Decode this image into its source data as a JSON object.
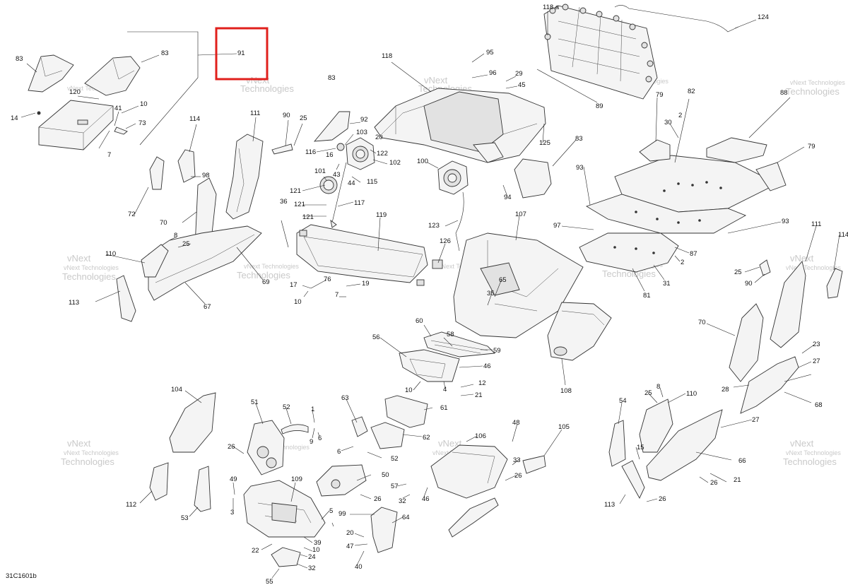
{
  "diagram": {
    "drawing_code": "31C1601b",
    "highlight_color": "#e0201c",
    "highlighted_part": "91",
    "watermark_line1": "vNext Technologies",
    "watermark_line2": "vNext",
    "watermark_line3": "Technologies",
    "labels": [
      {
        "id": "l-118a",
        "text": "118 a"
      },
      {
        "id": "l-124",
        "text": "124"
      },
      {
        "id": "l-83a",
        "text": "83"
      },
      {
        "id": "l-83b",
        "text": "83"
      },
      {
        "id": "l-91",
        "text": "91"
      },
      {
        "id": "l-120",
        "text": "120"
      },
      {
        "id": "l-10a",
        "text": "10"
      },
      {
        "id": "l-14",
        "text": "14"
      },
      {
        "id": "l-41",
        "text": "41"
      },
      {
        "id": "l-73",
        "text": "73"
      },
      {
        "id": "l-7a",
        "text": "7"
      },
      {
        "id": "l-95",
        "text": "95"
      },
      {
        "id": "l-118",
        "text": "118"
      },
      {
        "id": "l-96",
        "text": "96"
      },
      {
        "id": "l-29",
        "text": "29"
      },
      {
        "id": "l-45",
        "text": "45"
      },
      {
        "id": "l-83c",
        "text": "83"
      },
      {
        "id": "l-89",
        "text": "89"
      },
      {
        "id": "l-82",
        "text": "82"
      },
      {
        "id": "l-88",
        "text": "88"
      },
      {
        "id": "l-114a",
        "text": "114"
      },
      {
        "id": "l-111a",
        "text": "111"
      },
      {
        "id": "l-90a",
        "text": "90"
      },
      {
        "id": "l-25a",
        "text": "25"
      },
      {
        "id": "l-92",
        "text": "92"
      },
      {
        "id": "l-103",
        "text": "103"
      },
      {
        "id": "l-20a",
        "text": "20"
      },
      {
        "id": "l-116",
        "text": "116"
      },
      {
        "id": "l-16",
        "text": "16"
      },
      {
        "id": "l-122",
        "text": "122"
      },
      {
        "id": "l-102",
        "text": "102"
      },
      {
        "id": "l-125",
        "text": "125"
      },
      {
        "id": "l-83d",
        "text": "83"
      },
      {
        "id": "l-79a",
        "text": "79"
      },
      {
        "id": "l-30",
        "text": "30"
      },
      {
        "id": "l-2a",
        "text": "2"
      },
      {
        "id": "l-79b",
        "text": "79"
      },
      {
        "id": "l-98",
        "text": "98"
      },
      {
        "id": "l-101",
        "text": "101"
      },
      {
        "id": "l-43",
        "text": "43"
      },
      {
        "id": "l-44",
        "text": "44"
      },
      {
        "id": "l-115",
        "text": "115"
      },
      {
        "id": "l-100",
        "text": "100"
      },
      {
        "id": "l-93a",
        "text": "93"
      },
      {
        "id": "l-94",
        "text": "94"
      },
      {
        "id": "l-121a",
        "text": "121"
      },
      {
        "id": "l-121b",
        "text": "121"
      },
      {
        "id": "l-121c",
        "text": "121"
      },
      {
        "id": "l-117",
        "text": "117"
      },
      {
        "id": "l-72",
        "text": "72"
      },
      {
        "id": "l-36",
        "text": "36"
      },
      {
        "id": "l-119",
        "text": "119"
      },
      {
        "id": "l-123",
        "text": "123"
      },
      {
        "id": "l-107",
        "text": "107"
      },
      {
        "id": "l-97",
        "text": "97"
      },
      {
        "id": "l-93b",
        "text": "93"
      },
      {
        "id": "l-111b",
        "text": "111"
      },
      {
        "id": "l-114b",
        "text": "114"
      },
      {
        "id": "l-70a",
        "text": "70"
      },
      {
        "id": "l-8a",
        "text": "8"
      },
      {
        "id": "l-25b",
        "text": "25"
      },
      {
        "id": "l-126",
        "text": "126"
      },
      {
        "id": "l-87",
        "text": "87"
      },
      {
        "id": "l-2b",
        "text": "2"
      },
      {
        "id": "l-110a",
        "text": "110"
      },
      {
        "id": "l-69",
        "text": "69"
      },
      {
        "id": "l-76",
        "text": "76"
      },
      {
        "id": "l-17",
        "text": "17"
      },
      {
        "id": "l-19",
        "text": "19"
      },
      {
        "id": "l-10b",
        "text": "10"
      },
      {
        "id": "l-7b",
        "text": "7"
      },
      {
        "id": "l-65",
        "text": "65"
      },
      {
        "id": "l-35",
        "text": "35"
      },
      {
        "id": "l-31",
        "text": "31"
      },
      {
        "id": "l-81",
        "text": "81"
      },
      {
        "id": "l-25c",
        "text": "25"
      },
      {
        "id": "l-90b",
        "text": "90"
      },
      {
        "id": "l-113a",
        "text": "113"
      },
      {
        "id": "l-67",
        "text": "67"
      },
      {
        "id": "l-60",
        "text": "60"
      },
      {
        "id": "l-58",
        "text": "58"
      },
      {
        "id": "l-59",
        "text": "59"
      },
      {
        "id": "l-56",
        "text": "56"
      },
      {
        "id": "l-46a",
        "text": "46"
      },
      {
        "id": "l-70b",
        "text": "70"
      },
      {
        "id": "l-23",
        "text": "23"
      },
      {
        "id": "l-27a",
        "text": "27"
      },
      {
        "id": "l-28",
        "text": "28"
      },
      {
        "id": "l-68",
        "text": "68"
      },
      {
        "id": "l-108",
        "text": "108"
      },
      {
        "id": "l-10c",
        "text": "10"
      },
      {
        "id": "l-4",
        "text": "4"
      },
      {
        "id": "l-12",
        "text": "12"
      },
      {
        "id": "l-21a",
        "text": "21"
      },
      {
        "id": "l-104",
        "text": "104"
      },
      {
        "id": "l-63",
        "text": "63"
      },
      {
        "id": "l-61",
        "text": "61"
      },
      {
        "id": "l-51",
        "text": "51"
      },
      {
        "id": "l-52a",
        "text": "52"
      },
      {
        "id": "l-1",
        "text": "1"
      },
      {
        "id": "l-9",
        "text": "9"
      },
      {
        "id": "l-6a",
        "text": "6"
      },
      {
        "id": "l-62",
        "text": "62"
      },
      {
        "id": "l-48",
        "text": "48"
      },
      {
        "id": "l-105",
        "text": "105"
      },
      {
        "id": "l-106",
        "text": "106"
      },
      {
        "id": "l-54",
        "text": "54"
      },
      {
        "id": "l-25d",
        "text": "25"
      },
      {
        "id": "l-8b",
        "text": "8"
      },
      {
        "id": "l-110b",
        "text": "110"
      },
      {
        "id": "l-27b",
        "text": "27"
      },
      {
        "id": "l-26a",
        "text": "26"
      },
      {
        "id": "l-6b",
        "text": "6"
      },
      {
        "id": "l-52b",
        "text": "52"
      },
      {
        "id": "l-15",
        "text": "15"
      },
      {
        "id": "l-66",
        "text": "66"
      },
      {
        "id": "l-33",
        "text": "33"
      },
      {
        "id": "l-26b",
        "text": "26"
      },
      {
        "id": "l-21b",
        "text": "21"
      },
      {
        "id": "l-26c",
        "text": "26"
      },
      {
        "id": "l-112",
        "text": "112"
      },
      {
        "id": "l-53",
        "text": "53"
      },
      {
        "id": "l-49",
        "text": "49"
      },
      {
        "id": "l-109",
        "text": "109"
      },
      {
        "id": "l-50",
        "text": "50"
      },
      {
        "id": "l-57",
        "text": "57"
      },
      {
        "id": "l-46b",
        "text": "46"
      },
      {
        "id": "l-32a",
        "text": "32"
      },
      {
        "id": "l-26d",
        "text": "26"
      },
      {
        "id": "l-26e",
        "text": "26"
      },
      {
        "id": "l-113b",
        "text": "113"
      },
      {
        "id": "l-5",
        "text": "5"
      },
      {
        "id": "l-99",
        "text": "99"
      },
      {
        "id": "l-64",
        "text": "64"
      },
      {
        "id": "l-3",
        "text": "3"
      },
      {
        "id": "l-20b",
        "text": "20"
      },
      {
        "id": "l-47",
        "text": "47"
      },
      {
        "id": "l-39",
        "text": "39"
      },
      {
        "id": "l-22",
        "text": "22"
      },
      {
        "id": "l-10d",
        "text": "10"
      },
      {
        "id": "l-24",
        "text": "24"
      },
      {
        "id": "l-40",
        "text": "40"
      },
      {
        "id": "l-32b",
        "text": "32"
      },
      {
        "id": "l-55",
        "text": "55"
      }
    ]
  }
}
